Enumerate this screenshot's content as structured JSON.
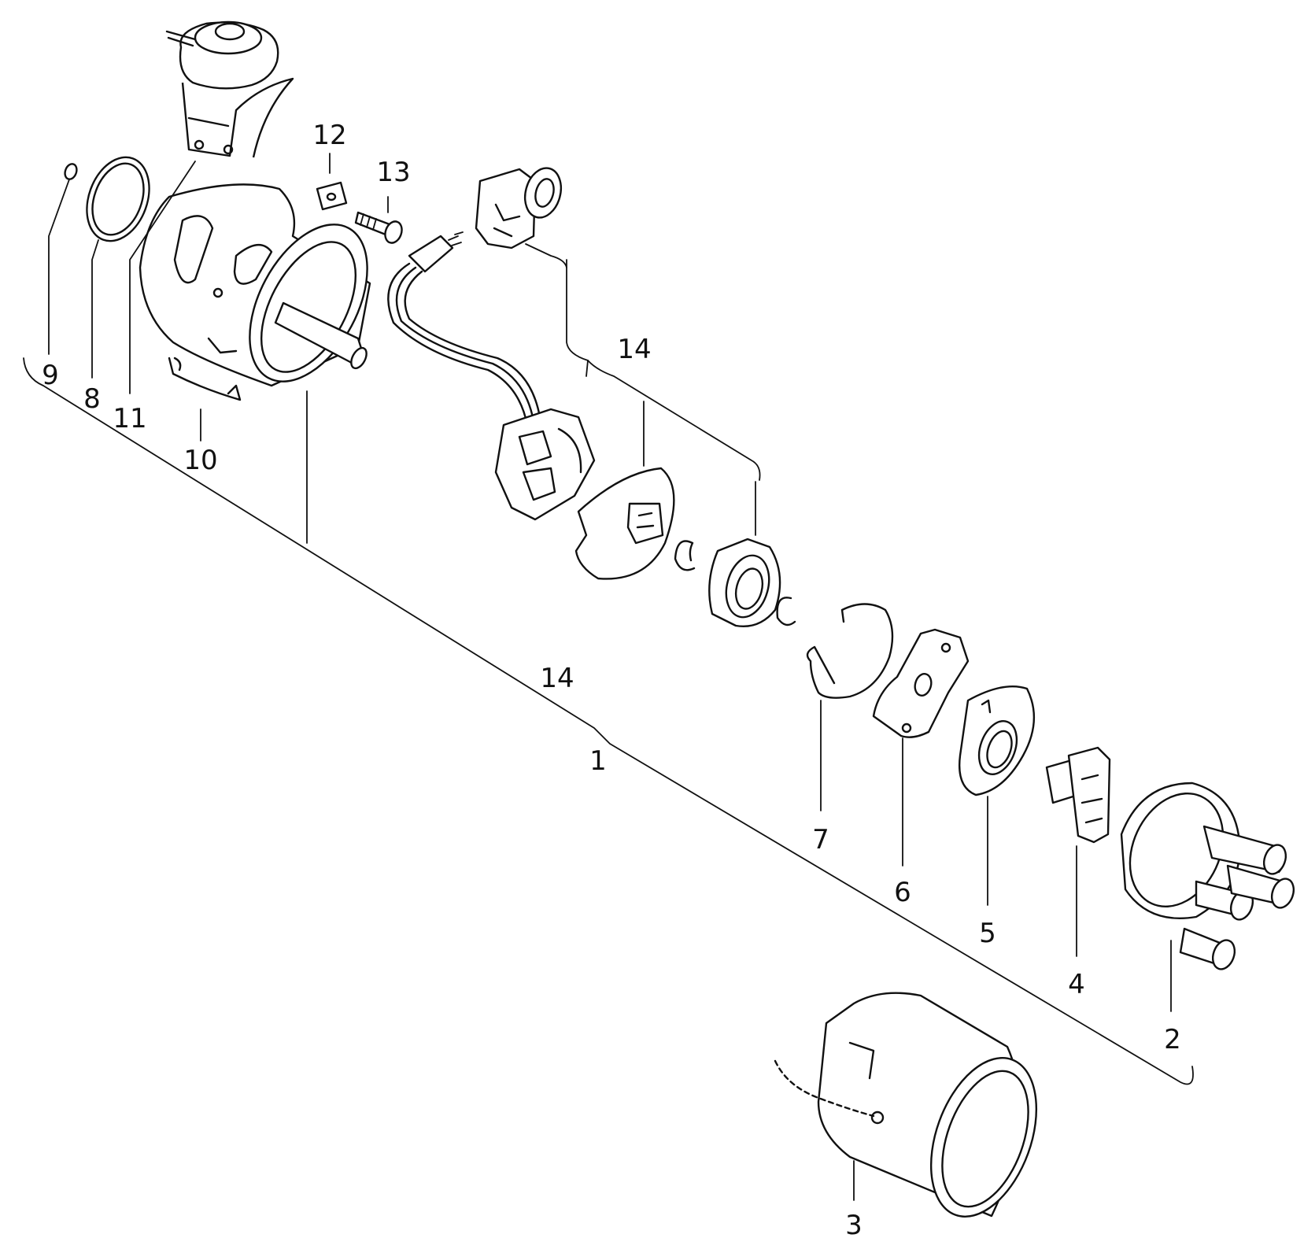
{
  "callouts": {
    "c1": "1",
    "c2": "2",
    "c3": "3",
    "c4": "4",
    "c5": "5",
    "c6": "6",
    "c7": "7",
    "c8": "8",
    "c9": "9",
    "c10": "10",
    "c11": "11",
    "c12": "12",
    "c13": "13",
    "c14_top": "14",
    "c14_mid": "14"
  }
}
